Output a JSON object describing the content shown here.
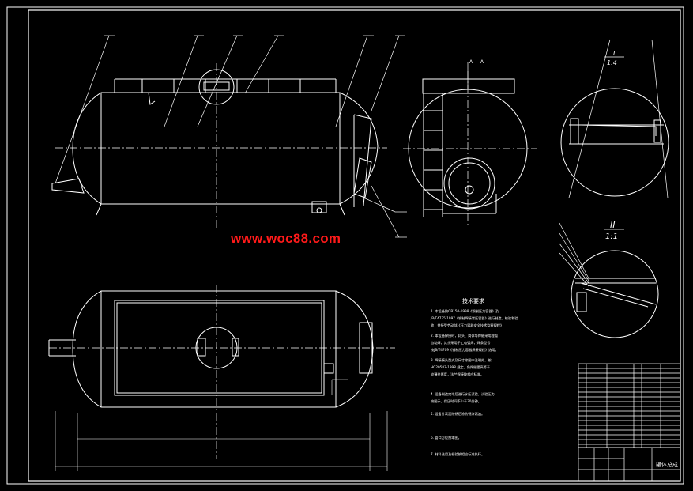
{
  "watermark": "www.woc88.com",
  "views": {
    "section_a_label": "A — A",
    "detail_1_label": "I",
    "detail_1_scale": "1:4",
    "detail_2_label": "II",
    "detail_2_scale": "1:1"
  },
  "notes": {
    "heading": "技术要求",
    "lines": [
      "1. 本设备按GB150-1998《钢制压力容器》及",
      "JB/T4735-1997《钢制焊接常压容器》进行制造、检验和验",
      "收，并接受劳动部《压力容器安全技术监察规程》",
      "2. 本设备焊接时，封头、筒体等焊缝采用埋弧",
      "自动焊，其余采用手工电弧焊，焊条型号",
      "按JB/T4709《钢制压力容器焊接规程》选用。",
      "3. 焊接接头型式及尺寸除图中注明外，按",
      "HG20583-1998 规定，角焊缝腰高等于",
      "较薄件厚度，法兰焊接按相应标准。",
      "4. 设备制造完毕后进行水压试验，试验压力",
      "按图示，保压时间不少于30分钟。",
      "5. 设备外表面除锈后涂防锈漆两遍。",
      "6. 管口方位按本图。",
      "7. 材料选用及检验按相应标准执行。"
    ]
  },
  "title_block": {
    "title": "罐体总成"
  }
}
